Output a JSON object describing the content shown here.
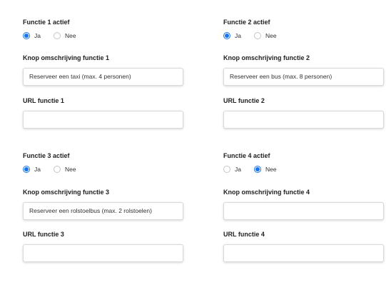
{
  "options": {
    "yes": "Ja",
    "no": "Nee"
  },
  "functions": [
    {
      "active_label": "Functie 1 actief",
      "active": "Ja",
      "button_label": "Knop omschrijving functie 1",
      "button_value": "Reserveer een taxi (max. 4 personen)",
      "url_label": "URL functie 1",
      "url_value": ""
    },
    {
      "active_label": "Functie 2 actief",
      "active": "Ja",
      "button_label": "Knop omschrijving functie 2",
      "button_value": "Reserveer een bus (max. 8 personen)",
      "url_label": "URL functie 2",
      "url_value": ""
    },
    {
      "active_label": "Functie 3 actief",
      "active": "Ja",
      "button_label": "Knop omschrijving functie 3",
      "button_value": "Reserveer een rolstoelbus (max. 2 rolstoelen)",
      "url_label": "URL functie 3",
      "url_value": ""
    },
    {
      "active_label": "Functie 4 actief",
      "active": "Nee",
      "button_label": "Knop omschrijving functie 4",
      "button_value": "",
      "url_label": "URL functie 4",
      "url_value": ""
    }
  ],
  "colors": {
    "accent": "#1a73e8",
    "input_border": "#d9d9d9",
    "radio_border": "#c6c6c6"
  }
}
